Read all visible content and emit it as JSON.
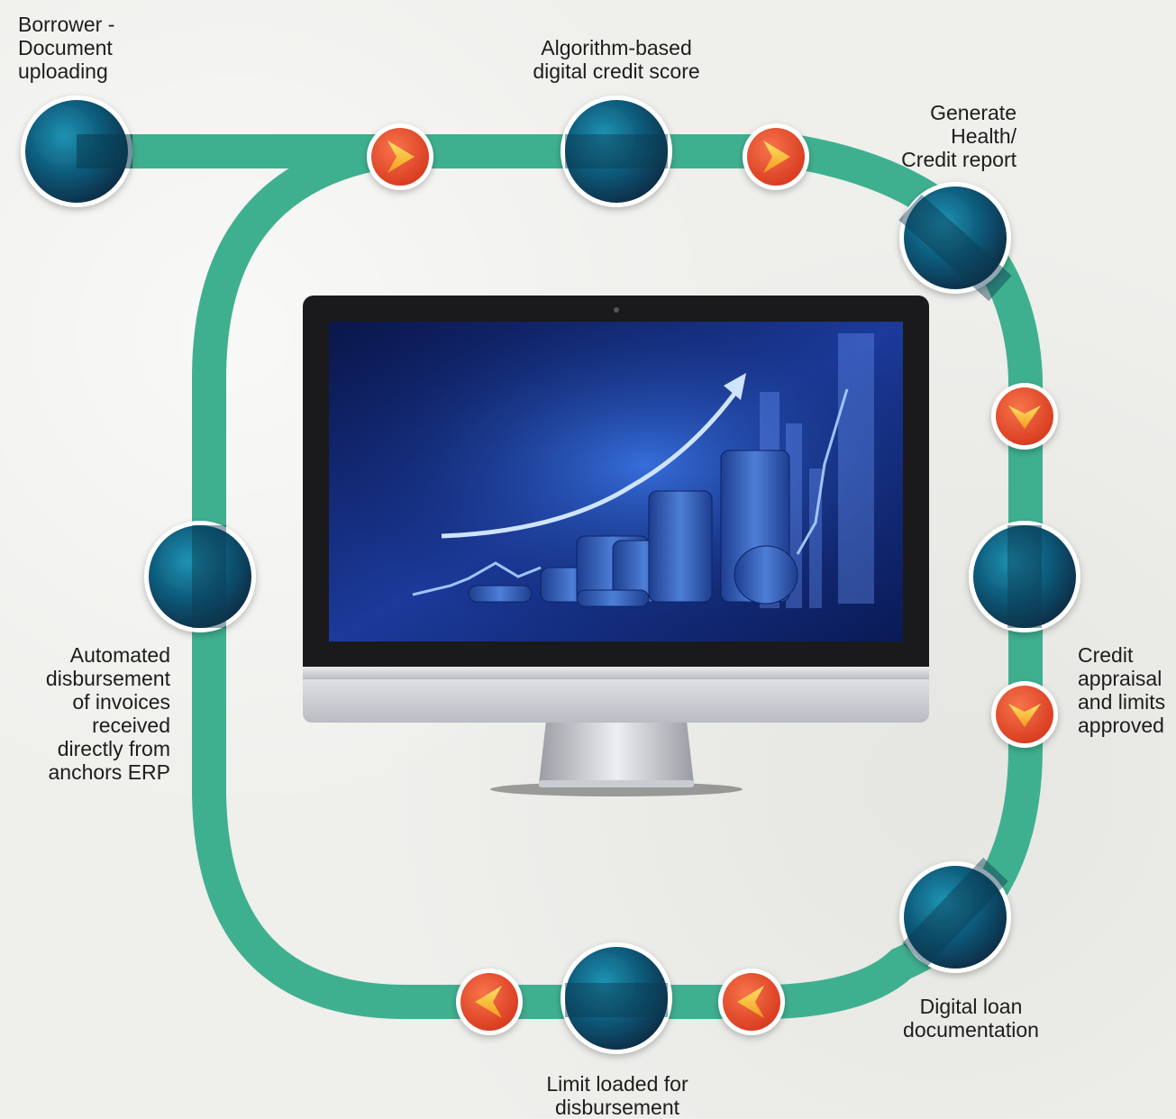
{
  "steps": [
    {
      "id": "borrower-upload",
      "label": "Borrower -\nDocument\nuploading"
    },
    {
      "id": "credit-score",
      "label": "Algorithm-based\ndigital credit score"
    },
    {
      "id": "health-report",
      "label": "Generate\nHealth/\nCredit report"
    },
    {
      "id": "credit-appraisal",
      "label": "Credit\nappraisal\nand limits\napproved"
    },
    {
      "id": "loan-documentation",
      "label": "Digital loan\ndocumentation"
    },
    {
      "id": "limit-loaded",
      "label": "Limit loaded for\ndisbursement"
    },
    {
      "id": "automated-disbursement",
      "label": "Automated\ndisbursement\nof invoices\nreceived\ndirectly from\nanchors ERP"
    }
  ],
  "colors": {
    "track": "#3fb08f",
    "node_dark": "#0b3f5c",
    "node_light": "#1a7f9e",
    "arrow_orange": "#e8532b",
    "arrow_yellow": "#f7c948",
    "screen_bg": "#0c1c5a"
  },
  "icons": [
    "chevron-right-icon",
    "chevron-down-icon",
    "chevron-left-icon",
    "monitor-icon",
    "growth-chart-icon",
    "coin-stack-icon"
  ]
}
